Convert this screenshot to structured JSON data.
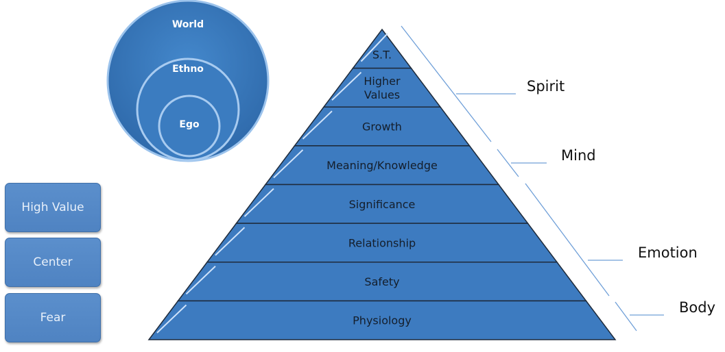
{
  "circles": {
    "outer": "World",
    "middle": "Ethno",
    "inner": "Ego"
  },
  "pyramid_levels": [
    "S.T.",
    "Higher Values",
    "Growth",
    "Meaning/Knowledge",
    "Significance",
    "Relationship",
    "Safety",
    "Physiology"
  ],
  "left_boxes": [
    "High Value",
    "Center",
    "Fear"
  ],
  "side_labels": [
    "Spirit",
    "Mind",
    "Emotion",
    "Body"
  ],
  "colors": {
    "fill": "#3d7bc0",
    "box": "#5689c7",
    "line": "#6f9fd8"
  }
}
